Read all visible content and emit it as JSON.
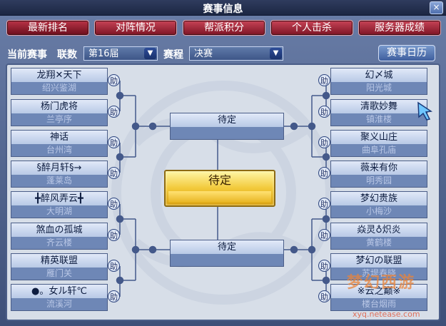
{
  "window": {
    "title": "赛事信息",
    "close": "×"
  },
  "tabs": [
    {
      "label": "最新排名",
      "active": true
    },
    {
      "label": "对阵情况",
      "active": false
    },
    {
      "label": "帮派积分",
      "active": false
    },
    {
      "label": "个人击杀",
      "active": false
    },
    {
      "label": "服务器成绩",
      "active": false
    }
  ],
  "filters": {
    "current_label": "当前赛事",
    "season_label": "联数",
    "season_value": "第16届",
    "stage_label": "赛程",
    "stage_value": "决赛",
    "calendar_button": "赛事日历"
  },
  "bracket": {
    "assist_label": "助",
    "left": [
      {
        "team": "龙翔✕天下",
        "server": "绍兴鉴湖"
      },
      {
        "team": "杨门虎将",
        "server": "兰亭序"
      },
      {
        "team": "神话",
        "server": "台州湾"
      },
      {
        "team": "§醉月轩§→",
        "server": "蓬莱岛"
      },
      {
        "team": "╋醉风弄云╋",
        "server": "大明湖"
      },
      {
        "team": "煞血の孤城",
        "server": "齐云楼"
      },
      {
        "team": "精英联盟",
        "server": "雁门关"
      },
      {
        "team": "●。女ル轩℃",
        "server": "流溪河"
      }
    ],
    "right": [
      {
        "team": "幻〆城",
        "server": "阳光城"
      },
      {
        "team": "清歌妙舞",
        "server": "镇淮楼"
      },
      {
        "team": "聚义山庄",
        "server": "曲阜孔庙"
      },
      {
        "team": "薇来有你",
        "server": "明秀园"
      },
      {
        "team": "梦幻贵族",
        "server": "小梅沙"
      },
      {
        "team": "焱灵♁炽炎",
        "server": "黄鹤楼"
      },
      {
        "team": "梦幻の联盟",
        "server": "苏堤春晓"
      },
      {
        "team": "※云之巅※",
        "server": "楼台烟雨"
      }
    ],
    "semi_top": "待定",
    "semi_bottom": "待定",
    "final": "待定"
  },
  "watermark": {
    "logo": "梦幻西游",
    "url": "xyq.netease.com"
  }
}
